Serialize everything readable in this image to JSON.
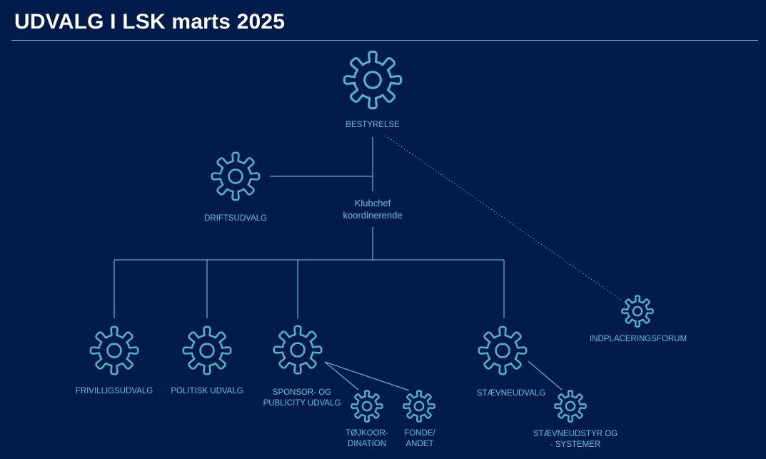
{
  "title": "UDVALG I LSK marts 2025",
  "colors": {
    "background": "#001a4a",
    "line": "#4fb2cf",
    "icon": "#4fb2cf",
    "label": "#58c3e0",
    "title": "#ffffff"
  },
  "nodes": {
    "bestyrelse": {
      "label": "BESTYRELSE",
      "icon": "gear-icon"
    },
    "driftsudvalg": {
      "label": "DRIFTSUDVALG",
      "icon": "gear-icon"
    },
    "klubchef": {
      "label_line1": "Klubchef",
      "label_line2": "koordinerende"
    },
    "frivilligsudvalg": {
      "label": "FRIVILLIGSUDVALG",
      "icon": "gear-icon"
    },
    "politisk_udvalg": {
      "label": "POLITISK UDVALG",
      "icon": "gear-icon"
    },
    "sponsor_publicity": {
      "label_line1": "SPONSOR- OG",
      "label_line2": "PUBLICITY UDVALG",
      "icon": "gear-icon"
    },
    "toejkoordination": {
      "label_line1": "TØJKOOR-",
      "label_line2": "DINATION",
      "icon": "gear-icon"
    },
    "fonde_andet": {
      "label_line1": "FONDE/",
      "label_line2": "ANDET",
      "icon": "gear-icon"
    },
    "staevneudvalg": {
      "label": "STÆVNEUDVALG",
      "icon": "gear-icon"
    },
    "staevneudstyr": {
      "label_line1": "STÆVNEUDSTYR OG",
      "label_line2": "- SYSTEMER",
      "icon": "gear-icon"
    },
    "indplaceringsforum": {
      "label": "INDPLACERINGSFORUM",
      "icon": "gear-icon"
    }
  }
}
